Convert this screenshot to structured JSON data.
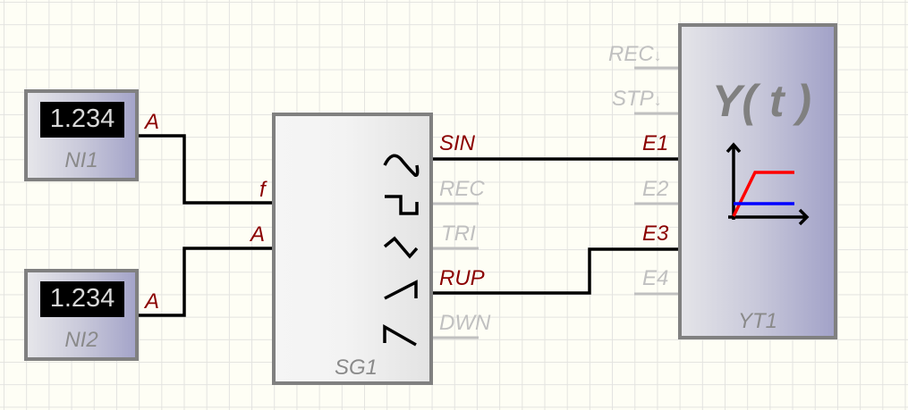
{
  "canvas": {
    "grid": true,
    "background": "#fefef5"
  },
  "blocks": {
    "ni1": {
      "name": "NI1",
      "display_value": "1.234",
      "output_label": "A"
    },
    "ni2": {
      "name": "NI2",
      "display_value": "1.234",
      "output_label": "A"
    },
    "sg1": {
      "name": "SG1",
      "inputs": [
        {
          "label": "f",
          "connected": true
        },
        {
          "label": "A",
          "connected": true
        }
      ],
      "outputs": [
        {
          "label": "SIN",
          "connected": true,
          "icon": "sine-wave-icon"
        },
        {
          "label": "REC",
          "connected": false,
          "icon": "square-wave-icon"
        },
        {
          "label": "TRI",
          "connected": false,
          "icon": "triangle-wave-icon"
        },
        {
          "label": "RUP",
          "connected": true,
          "icon": "ramp-up-icon"
        },
        {
          "label": "DWN",
          "connected": false,
          "icon": "ramp-down-icon"
        }
      ]
    },
    "yt1": {
      "name": "YT1",
      "title": "Y( t )",
      "control_inputs": [
        {
          "label": "REC",
          "arrow": "↓",
          "connected": false
        },
        {
          "label": "STP",
          "arrow": "↓",
          "connected": false
        }
      ],
      "inputs": [
        {
          "label": "E1",
          "connected": true
        },
        {
          "label": "E2",
          "connected": false
        },
        {
          "label": "E3",
          "connected": true
        },
        {
          "label": "E4",
          "connected": false
        }
      ],
      "icon": "yt-plot-icon",
      "plot_colors": {
        "trace1": "#ff0000",
        "trace2": "#0000ff"
      }
    }
  },
  "connections": [
    {
      "from": "NI1.A",
      "to": "SG1.f"
    },
    {
      "from": "NI2.A",
      "to": "SG1.A"
    },
    {
      "from": "SG1.SIN",
      "to": "YT1.E1"
    },
    {
      "from": "SG1.RUP",
      "to": "YT1.E3"
    }
  ]
}
